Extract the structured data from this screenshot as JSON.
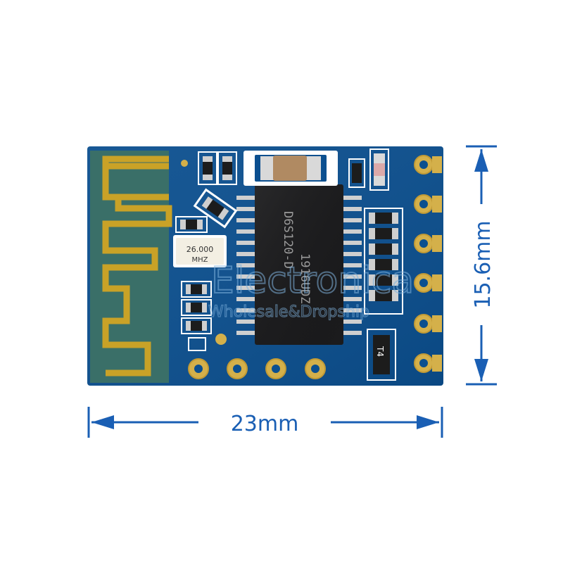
{
  "dimensions": {
    "width_label": "23mm",
    "height_label": "15.6mm",
    "color": "#1a5fb4"
  },
  "board": {
    "solder_mask_color": "#0b4f8f",
    "antenna_color": "#c9a227",
    "antenna_area_color": "#3a6f68",
    "pad_color": "#d4b04a"
  },
  "crystal": {
    "frequency": "26.000",
    "unit": "MHZ"
  },
  "chip": {
    "marking_line1": "D6S120-D",
    "marking_line2": "1916UDZ"
  },
  "silkscreen": {
    "t4_label": "T4"
  },
  "watermark": {
    "brand": "Electronica",
    "tagline": "Wholesale&Dropship"
  }
}
